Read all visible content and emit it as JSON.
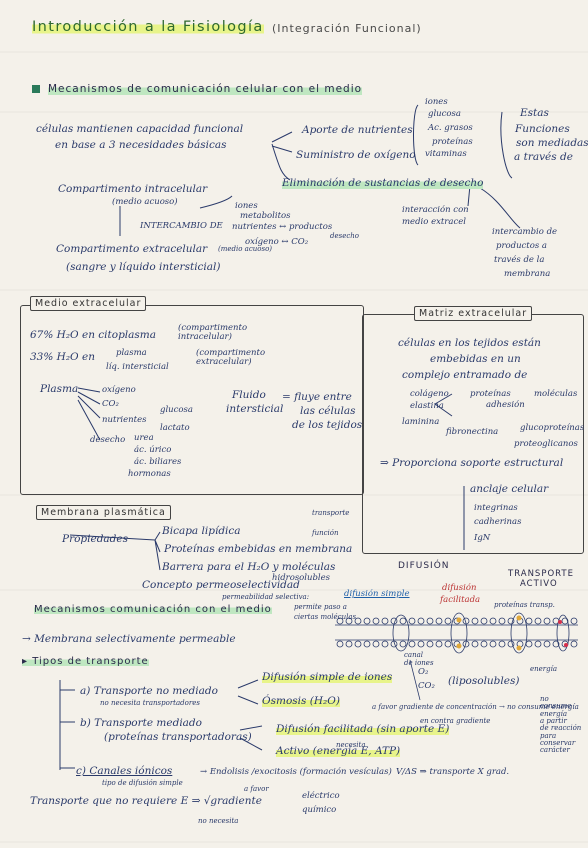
{
  "title": {
    "main": "Introducción a la Fisiología",
    "sub": "(Integración Funcional)"
  },
  "section1": {
    "heading": "Mecanismos de comunicación celular con el medio",
    "intro_line1": "células mantienen capacidad funcional",
    "intro_line2": "en base a 3 necesidades básicas",
    "need1": "Aporte de nutrientes",
    "need2": "Suministro de oxígeno",
    "need3": "Eliminación de sustancias de desecho",
    "nutrients": [
      "iones",
      "glucosa",
      "Ac. grasos",
      "proteínas",
      "vitaminas"
    ],
    "right_note": [
      "Estas",
      "Funciones",
      "son mediadas",
      "a través de"
    ],
    "interaction": [
      "interacción con",
      "medio extracel"
    ],
    "exchange": [
      "intercambio de",
      "productos a",
      "través de la",
      "membrana"
    ],
    "comp1": "Compartimento intracelular",
    "comp1_note": "(medio acuoso)",
    "exchange_label": "INTERCAMBIO DE",
    "exchange_items": [
      "iones",
      "metabolitos",
      "nutrientes ↔ productos",
      "desecho",
      "oxígeno ↔ CO₂"
    ],
    "comp2": "Compartimento extracelular",
    "comp2_note": "(medio acuoso)",
    "comp2_sub": "(sangre y líquido intersticial)"
  },
  "medio": {
    "label": "Medio extracelular",
    "line1": "67% H₂O en citoplasma",
    "line1_note": "(compartimento intracelular)",
    "line2": "33% H₂O en",
    "line2_items": [
      "plasma",
      "líq. intersticial"
    ],
    "line2_note": "(compartimento extracelular)",
    "plasma": "Plasma",
    "plasma_items": [
      "oxígeno",
      "CO₂",
      "nutrientes",
      "desecho"
    ],
    "nutr_items": [
      "glucosa",
      "lactato"
    ],
    "desecho_items": [
      "urea",
      "ác. úrico",
      "ác. biliares",
      "hormonas"
    ],
    "fluido": [
      "Fluido",
      "intersticial"
    ],
    "fluye": [
      "= fluye entre",
      "las células",
      "de los tejidos"
    ]
  },
  "matriz": {
    "label": "Matriz extracelular",
    "lines": [
      "células en los tejidos están",
      "embebidas en un",
      "complejo entramado de"
    ],
    "items": [
      "colágeno",
      "elastina",
      "proteínas",
      "adhesión",
      "moléculas",
      "laminina",
      "fibronectina",
      "glucoproteínas",
      "proteoglicanos"
    ],
    "prop": "⇒ Proporciona soporte estructural",
    "anclaje": "anclaje celular",
    "anclaje_items": [
      "integrinas",
      "cadherinas",
      "IgN"
    ]
  },
  "membrana": {
    "label": "Membrana plasmática",
    "prop": "Propiedades",
    "items": [
      "Bicapa lipídica",
      "Proteínas embebidas en membrana",
      "Barrera para el H₂O y moléculas",
      "hidrosolubles",
      "Concepto permeoselectividad",
      "permeabilidad selectiva:",
      "permite paso a",
      "ciertas moléculas"
    ],
    "note_top": [
      "transporte",
      "función"
    ]
  },
  "diagram": {
    "difusion": "DIFUSIÓN",
    "simple": "difusión simple",
    "facilitada": [
      "difusión",
      "facilitada"
    ],
    "transporte": [
      "TRANSPORTE",
      "ACTIVO"
    ],
    "canal": [
      "canal",
      "de iones"
    ],
    "proteinas": "proteínas transp.",
    "energia": "energía"
  },
  "section2": {
    "heading": "Mecanismos comunicación con el medio",
    "line1": "→ Membrana selectivamente permeable",
    "tipos": "▸ Tipos de transporte",
    "a": "a) Transporte no mediado",
    "a_note": "no necesita transportadores",
    "a1": "Difusión simple de iones",
    "a1_items": [
      "O₂",
      "CO₂"
    ],
    "a1_note": "(liposolubles)",
    "a2": "Ósmosis (H₂O)",
    "gradient": "a favor gradiente de concentración → no consume energía",
    "side": [
      "no",
      "consume",
      "energía",
      "a partir",
      "de reacción",
      "para",
      "conservar",
      "carácter"
    ],
    "b": "b) Transporte mediado",
    "b_note": "(proteínas transportadoras)",
    "b1": "Difusión facilitada (sin aporte E)",
    "b2": "Activo (energía E, ATP)",
    "b2_note": "necesita",
    "b_side": "en contra gradiente",
    "c": "c) Canales iónicos",
    "c_note": "tipo de difusión simple",
    "c_after": "→ Endolisis /exocitosis (formación vesículas)",
    "c_right": "V/ΔS ⇒ transporte X grad.",
    "last": "Transporte que no requiere E ⇒ √gradiente",
    "last_items": [
      "eléctrico",
      "químico"
    ],
    "last_favor": "a favor",
    "last_note": "no necesita"
  }
}
